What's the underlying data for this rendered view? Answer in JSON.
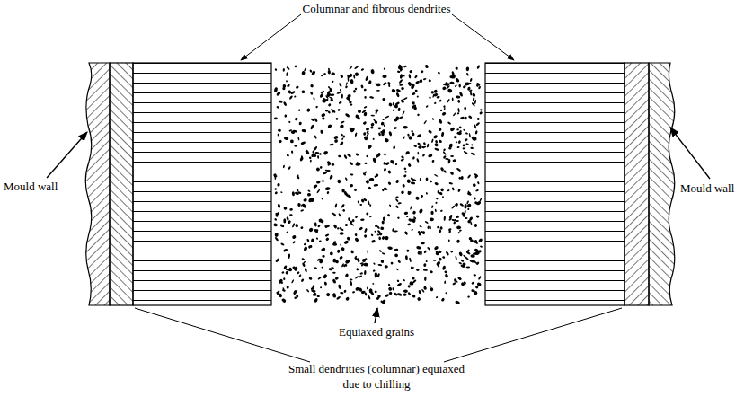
{
  "diagram": {
    "labels": [
      "Columnar and fibrous dendrites",
      "Mould wall",
      "Mould wall",
      "Equiaxed grains",
      "Small dendrities (columnar) equiaxed due to chilling"
    ]
  }
}
